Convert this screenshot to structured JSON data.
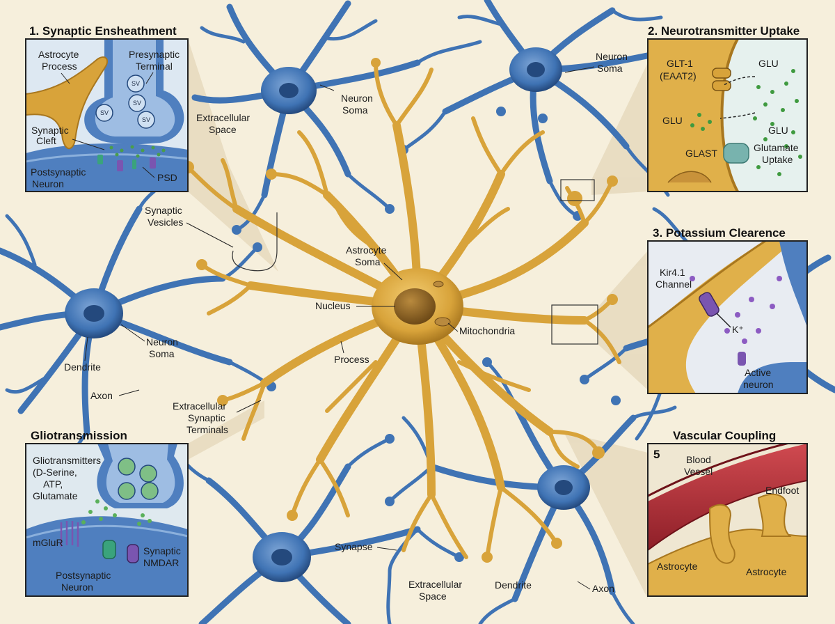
{
  "colors": {
    "background": "#f6efdc",
    "neuron_blue": "#3f73b4",
    "neuron_dark": "#24497d",
    "astrocyte_gold": "#d8a33a",
    "astrocyte_dark": "#a8771f",
    "vessel_red": "#b8323a",
    "panel_border": "#222222"
  },
  "panels": {
    "p1": {
      "title": "1. Synaptic Ensheathment",
      "astro_process": [
        "Astrocyte",
        "Process"
      ],
      "presynaptic": [
        "Presynaptic",
        "Terminal"
      ],
      "sv": "SV",
      "cleft": [
        "Synaptic",
        "Cleft"
      ],
      "postsynaptic": [
        "Postsynaptic",
        "Neuron"
      ],
      "psd": "PSD"
    },
    "p2": {
      "title": "2. Neurotransmitter Uptake",
      "glt": [
        "GLT-1",
        "(EAAT2)"
      ],
      "glu_top": "GLU",
      "glu_left": "GLU",
      "glu_right": "GLU",
      "glast": "GLAST",
      "uptake": [
        "Glutamate",
        "Uptake"
      ]
    },
    "p3": {
      "title": "3. Potassium Clearence",
      "kir": [
        "Kir4.1",
        "Channel"
      ],
      "k": "K⁺",
      "active": [
        "Active",
        "neuron"
      ]
    },
    "p4": {
      "title": "Gliotransmission",
      "glio": [
        "Gliotransmitters",
        "(D-Serine,",
        "ATP,",
        "Glutamate"
      ],
      "mglur": "mGluR",
      "synaptic_nmdar": [
        "Synaptic",
        "NMDAR"
      ],
      "postsynaptic": [
        "Postsynaptic",
        "Neuron"
      ]
    },
    "p5": {
      "title": "Vascular Coupling",
      "number": "5",
      "vessel": [
        "Blood",
        "Vessel"
      ],
      "endfoot": "Endfoot",
      "astrocyte_left": "Astrocyte",
      "astrocyte_right": "Astrocyte"
    }
  },
  "labels": {
    "extracellular_top": [
      "Extracellular",
      "Space"
    ],
    "neuron_soma_top": [
      "Neuron",
      "Soma"
    ],
    "neuron_soma_right": [
      "Neuron",
      "Soma"
    ],
    "synaptic_vesicles": [
      "Synaptic",
      "Vesicles"
    ],
    "astrocyte_soma": [
      "Astrocyte",
      "Soma"
    ],
    "nucleus": "Nucleus",
    "mitochondria": "Mitochondria",
    "process": "Process",
    "neuron_soma_left": [
      "Neuron",
      "Soma"
    ],
    "dendrite_left": "Dendrite",
    "axon_left": "Axon",
    "extracellular_synaptic": [
      "Extracellular",
      "Synaptic",
      "Terminals"
    ],
    "synapse": "Synapse",
    "extracellular_bottom": [
      "Extracellular",
      "Space"
    ],
    "dendrite_bottom": "Dendrite",
    "axon_bottom": "Axon"
  }
}
